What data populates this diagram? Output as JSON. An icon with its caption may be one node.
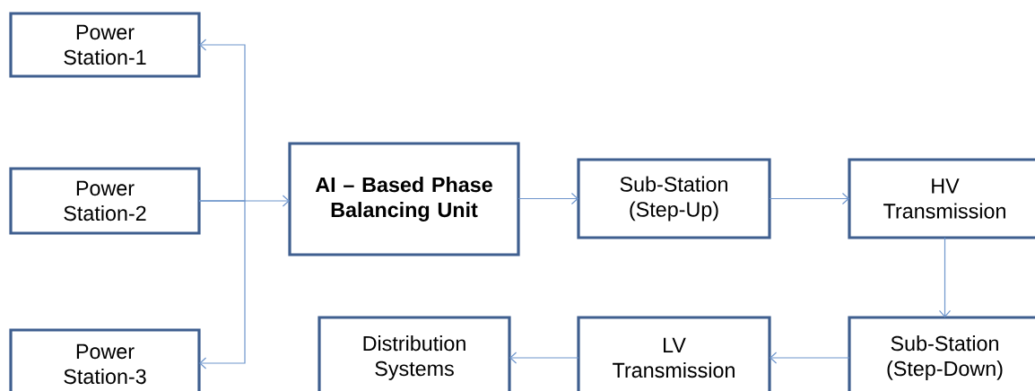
{
  "diagram": {
    "nodes": [
      {
        "text": [
          "Power Station-1"
        ]
      },
      {
        "text": [
          "Power Station-2"
        ]
      },
      {
        "text": [
          "**AI – Based Phase Balancing Unit**"
        ]
      },
      {
        "text": [
          "Sub-Station (Step-Up)"
        ]
      },
      {
        "text": [
          "HV Transmission"
        ]
      },
      {
        "text": [
          "Power Station-3"
        ]
      },
      {
        "text": [
          "Distribution Systems"
        ]
      },
      {
        "text": [
          "LV Transmission"
        ]
      },
      {
        "text": [
          "Sub-Station (Step-Down)"
        ]
      }
    ],
    "edges": [
      {
        "from": 1,
        "to": 2,
        "arrow": "to"
      },
      {
        "from": 1,
        "to": 0,
        "arrow": "to"
      },
      {
        "from": 1,
        "to": 5,
        "arrow": "to"
      },
      {
        "from": 2,
        "to": 3,
        "arrow": "to"
      },
      {
        "from": 3,
        "to": 4,
        "arrow": "to"
      },
      {
        "from": 4,
        "to": 8,
        "arrow": "to"
      },
      {
        "from": 8,
        "to": 7,
        "arrow": "to"
      },
      {
        "from": 7,
        "to": 6,
        "arrow": "to"
      }
    ]
  }
}
